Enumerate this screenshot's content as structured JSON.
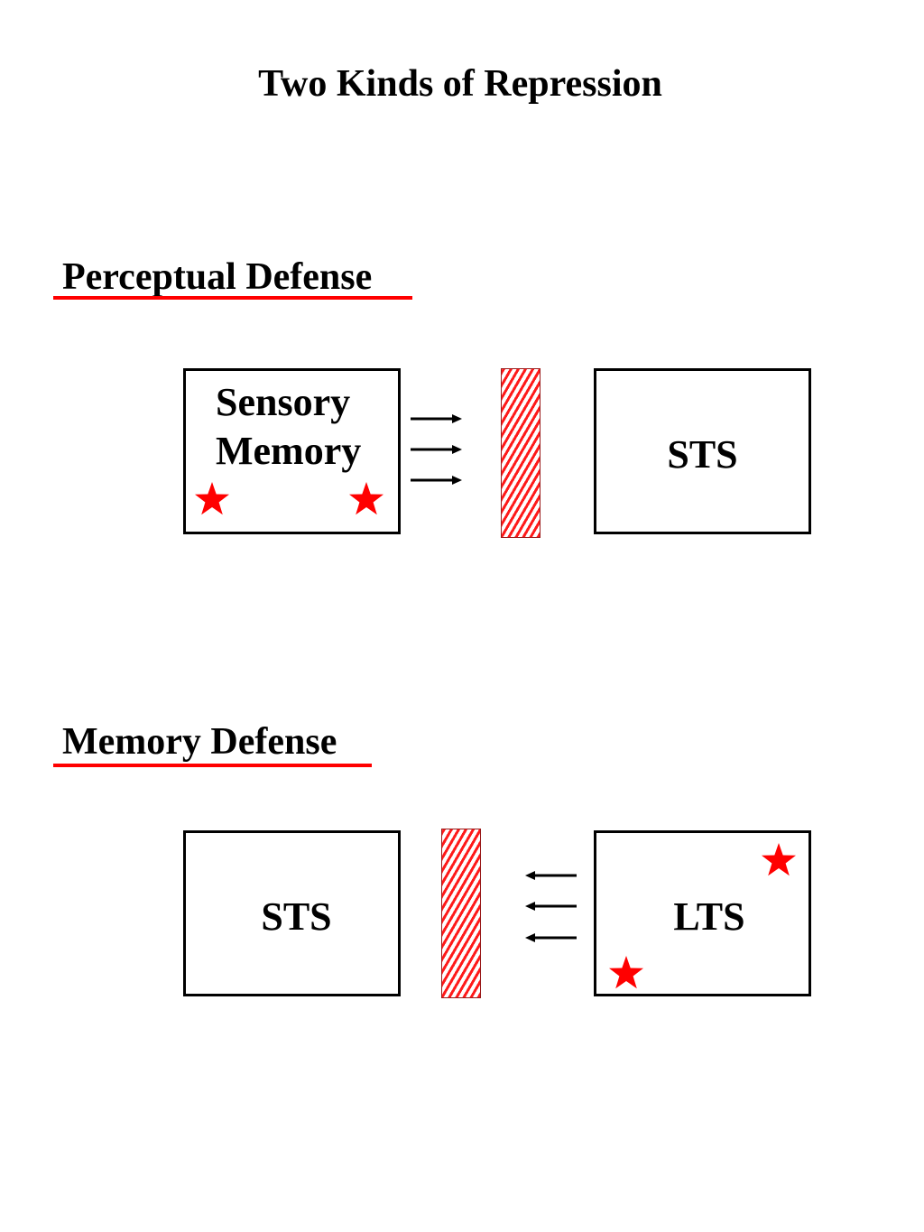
{
  "title": "Two Kinds of Repression",
  "colors": {
    "accent": "#ff0000",
    "barrier_stripe": "#ff1a1a",
    "box_border": "#000000"
  },
  "perceptual": {
    "heading": "Perceptual Defense",
    "source_box": {
      "label_line1": "Sensory",
      "label_line2": "Memory",
      "stars": 2
    },
    "target_box": {
      "label": "STS"
    },
    "arrow_direction": "right",
    "arrow_count": 3
  },
  "memory": {
    "heading": "Memory Defense",
    "left_box": {
      "label": "STS"
    },
    "right_box": {
      "label": "LTS",
      "stars": 2
    },
    "arrow_direction": "left",
    "arrow_count": 3
  },
  "icons": {
    "star": "red-star-icon",
    "arrow_right": "arrow-right-icon",
    "arrow_left": "arrow-left-icon"
  }
}
